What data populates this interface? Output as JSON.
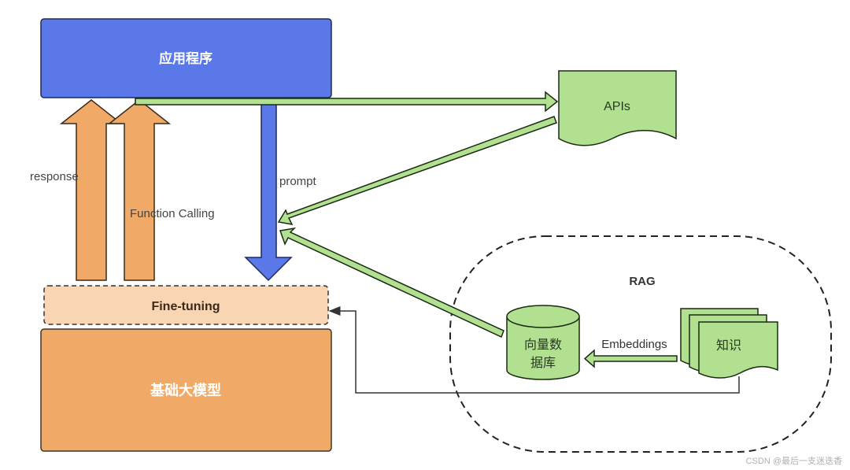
{
  "diagram": {
    "nodes": {
      "app": {
        "label": "应用程序",
        "fill": "#5a78e8"
      },
      "base_model": {
        "label": "基础大模型",
        "fill": "#f0a967"
      },
      "fine_tuning": {
        "label": "Fine-tuning",
        "fill": "#f9d5b3"
      },
      "apis": {
        "label": "APIs",
        "fill": "#b0e090"
      },
      "rag": {
        "label": "RAG"
      },
      "vector_db": {
        "label_line1": "向量数",
        "label_line2": "据库",
        "fill": "#b0e090"
      },
      "knowledge": {
        "label": "知识",
        "fill": "#b0e090"
      }
    },
    "edges": {
      "response": {
        "label": "response",
        "color": "#f0a967"
      },
      "function_calling": {
        "label": "Function Calling",
        "color": "#f0a967"
      },
      "prompt": {
        "label": "prompt",
        "color": "#5a78e8"
      },
      "embeddings": {
        "label": "Embeddings",
        "color": "#b0e090"
      }
    }
  },
  "watermark": "CSDN @最后一支迷迭香"
}
